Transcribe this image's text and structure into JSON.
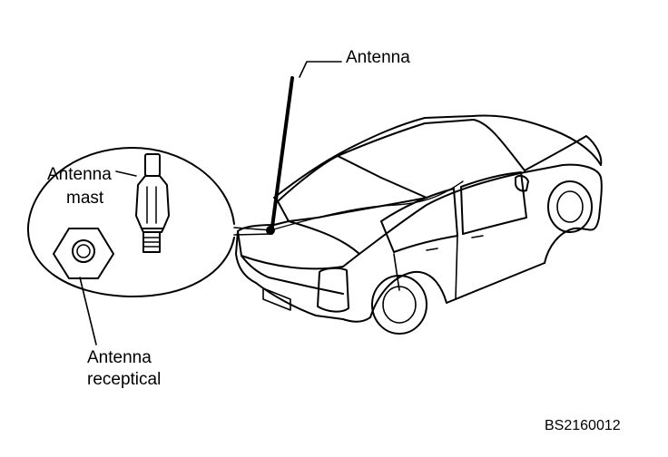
{
  "labels": {
    "antenna": "Antenna",
    "antenna_mast_line1": "Antenna",
    "antenna_mast_line2": "mast",
    "antenna_receptical_line1": "Antenna",
    "antenna_receptical_line2": "receptical",
    "figure_code": "BS2160012"
  },
  "colors": {
    "ink": "#000000",
    "background": "#ffffff"
  }
}
